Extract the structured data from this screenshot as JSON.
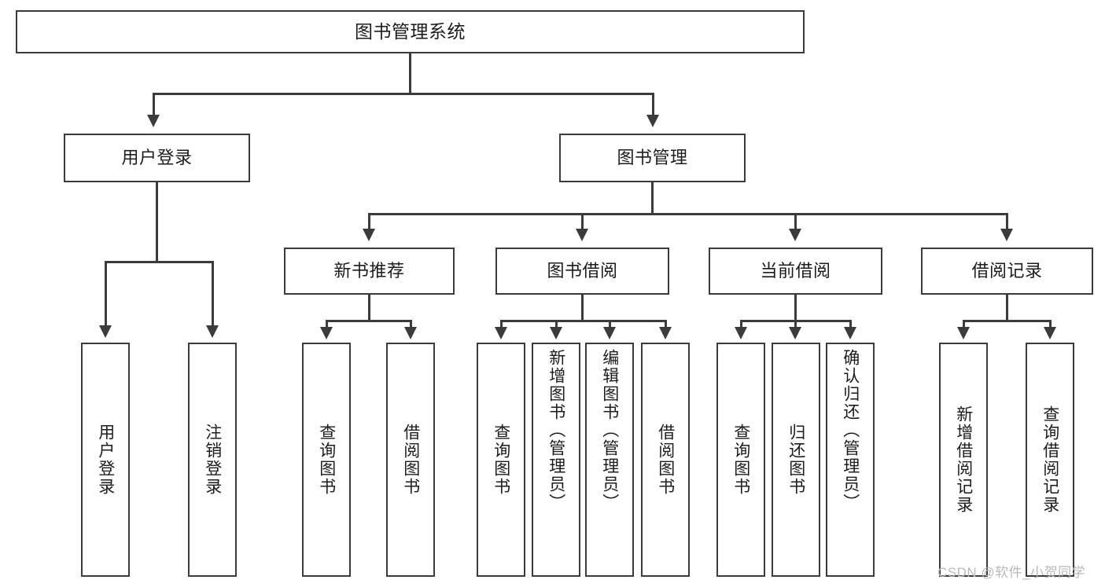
{
  "diagram": {
    "type": "tree-hierarchy",
    "title": "图书管理系统",
    "watermark": "CSDN @软件_小贺同学",
    "colors": {
      "stroke": "#3b3b3b",
      "fill": "#ffffff",
      "text": "#1c1c1c",
      "watermark": "#b9b9b9"
    },
    "nodes": {
      "root": {
        "label": "图书管理系统"
      },
      "level2": [
        {
          "id": "user-login",
          "label": "用户登录"
        },
        {
          "id": "book-manage",
          "label": "图书管理"
        }
      ],
      "level3": [
        {
          "id": "new-book-recommend",
          "label": "新书推荐"
        },
        {
          "id": "book-borrow",
          "label": "图书借阅"
        },
        {
          "id": "current-borrow",
          "label": "当前借阅"
        },
        {
          "id": "borrow-record",
          "label": "借阅记录"
        }
      ],
      "leaves": {
        "user-login": [
          {
            "id": "leaf-user-login",
            "label": "用户登录"
          },
          {
            "id": "leaf-logout-login",
            "label": "注销登录"
          }
        ],
        "new-book-recommend": [
          {
            "id": "leaf-query-book-1",
            "label": "查询图书"
          },
          {
            "id": "leaf-borrow-book-1",
            "label": "借阅图书"
          }
        ],
        "book-borrow": [
          {
            "id": "leaf-query-book-2",
            "label": "查询图书"
          },
          {
            "id": "leaf-add-book",
            "label": "新增图书（管理员）"
          },
          {
            "id": "leaf-edit-book",
            "label": "编辑图书（管理员）"
          },
          {
            "id": "leaf-borrow-book-2",
            "label": "借阅图书"
          }
        ],
        "current-borrow": [
          {
            "id": "leaf-query-book-3",
            "label": "查询图书"
          },
          {
            "id": "leaf-return-book",
            "label": "归还图书"
          },
          {
            "id": "leaf-confirm-return",
            "label": "确认归还（管理员）"
          }
        ],
        "borrow-record": [
          {
            "id": "leaf-add-record",
            "label": "新增借阅记录"
          },
          {
            "id": "leaf-query-record",
            "label": "查询借阅记录"
          }
        ]
      }
    }
  }
}
